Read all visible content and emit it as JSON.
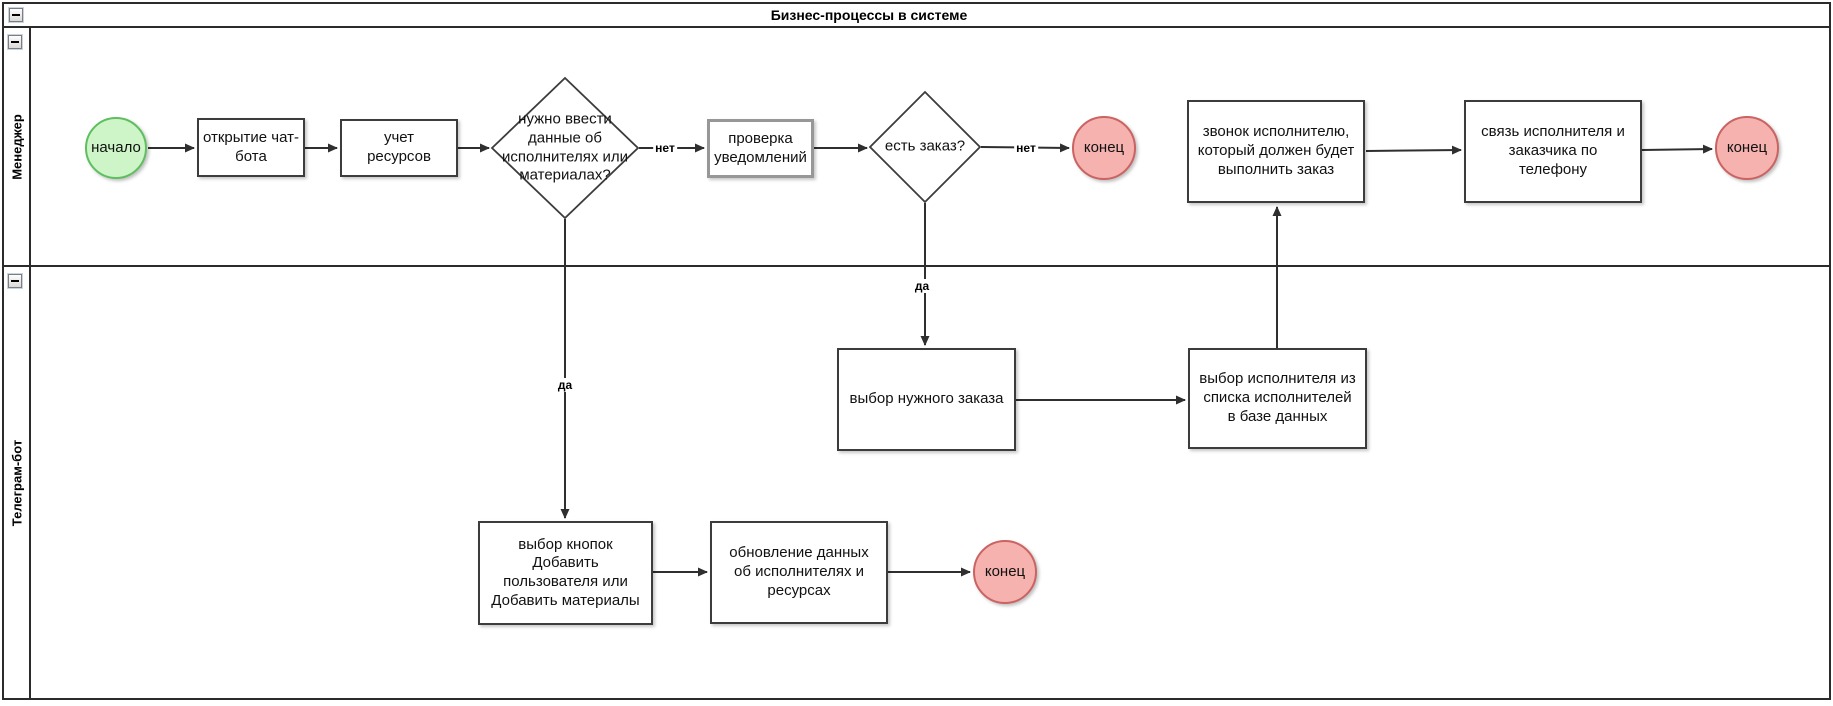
{
  "pool": {
    "title": "Бизнес-процессы в системе"
  },
  "lanes": [
    {
      "label": "Менеджер"
    },
    {
      "label": "Телеграм-бот"
    }
  ],
  "nodes": {
    "start": "начало",
    "open_chatbot": "открытие чат-\nбота",
    "resources": "учет\nресурсов",
    "need_data_q": "нужно ввести\nданные об\nисполнителях или\nматериалах?",
    "check_notifications": "проверка\nуведомлений",
    "order_q": "есть заказ?",
    "end1": "конец",
    "call_performer": "звонок исполнителю,\nкоторый должен будет\nвыполнить заказ",
    "connect_phone": "связь исполнителя и\nзаказчика по\nтелефону",
    "end2": "конец",
    "choose_order": "выбор нужного заказа",
    "choose_performer": "выбор исполнителя из\nсписка исполнителей\nв базе данных",
    "choose_buttons": "выбор кнопок\nДобавить\nпользователя или\nДобавить материалы",
    "update_data": "обновление данных\nоб исполнителях и\nресурсах",
    "end3": "конец"
  },
  "edge_labels": {
    "no1": "нет",
    "no2": "нет",
    "yes1": "да",
    "yes2": "да"
  },
  "colors": {
    "start_fill": "#cdf5c7",
    "start_stroke": "#5fbf5f",
    "end_fill": "#f5b2af",
    "end_stroke": "#ca6361",
    "shape_stroke": "#3c3c3c",
    "notify_box_stroke": "#979797",
    "edge": "#2f2f2f"
  }
}
